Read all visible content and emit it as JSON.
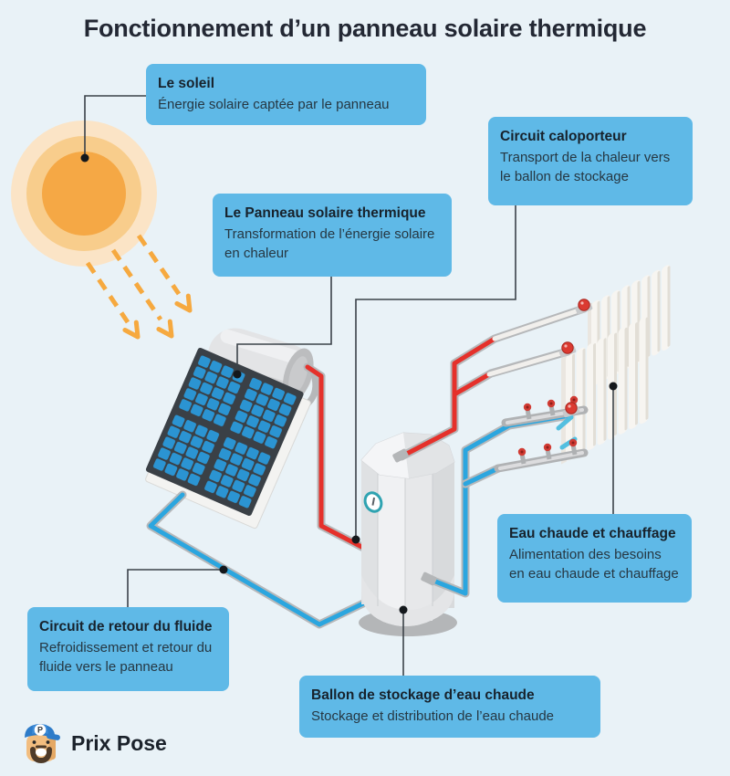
{
  "title": "Fonctionnement d’un panneau solaire thermique",
  "callouts": {
    "soleil": {
      "title": "Le soleil",
      "body": "Énergie solaire captée par le panneau"
    },
    "caloporteur": {
      "title": "Circuit caloporteur",
      "body": "Transport de la chaleur vers le ballon de stockage"
    },
    "panneau": {
      "title": "Le Panneau solaire thermique",
      "body": "Transformation de l’énergie solaire en chaleur"
    },
    "eau_chaude": {
      "title": "Eau chaude et chauffage",
      "body": "Alimentation des besoins en eau chaude et chauffage"
    },
    "retour": {
      "title": "Circuit de retour du fluide",
      "body": "Refroidissement et retour du fluide vers le panneau"
    },
    "ballon": {
      "title": "Ballon de stockage d’eau chaude",
      "body": "Stockage et distribution de l’eau chaude"
    }
  },
  "logo": {
    "brand": "Prix Pose",
    "badge_letter": "P"
  },
  "icons": {
    "sun": "sun-shape",
    "solar_panel": "solar-panel-shape",
    "storage_tank": "tank-shape",
    "radiators": "radiator-shape",
    "mascot": "prixpose-mascot-icon"
  },
  "colors": {
    "background": "#E9F2F7",
    "callout": "#5FB9E7",
    "hot_pipe": "#E5312B",
    "cold_pipe": "#2BA6DF",
    "sun": "#F5A845",
    "ray_orange": "#F6A93F",
    "connector": "#3B4249"
  }
}
